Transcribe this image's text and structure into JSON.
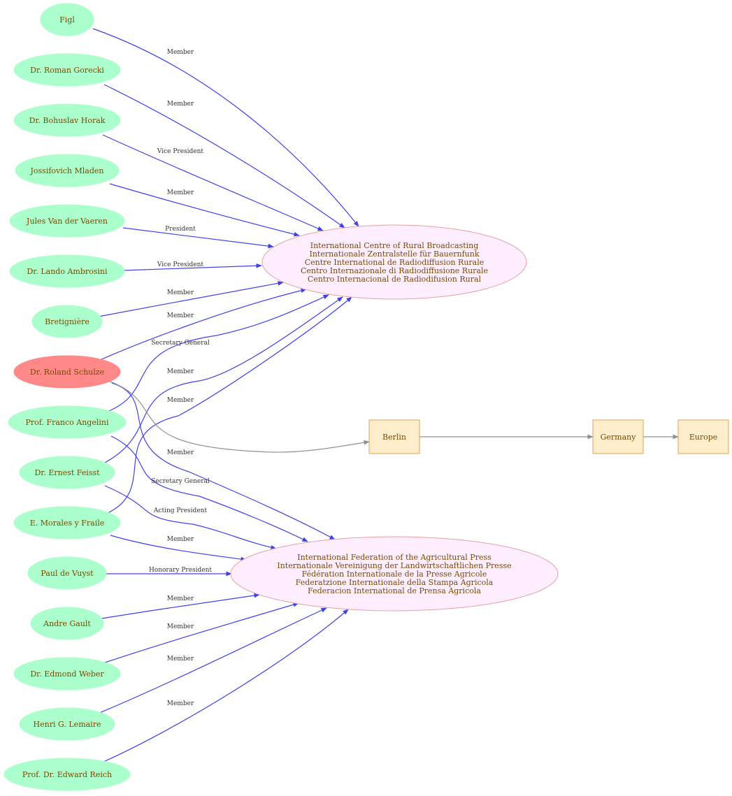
{
  "people": [
    {
      "id": "figl",
      "label": "Figl"
    },
    {
      "id": "gorecki",
      "label": "Dr. Roman Gorecki"
    },
    {
      "id": "horak",
      "label": "Dr. Bohuslav Horak"
    },
    {
      "id": "mladen",
      "label": "Jossifovich Mladen"
    },
    {
      "id": "vaeren",
      "label": "Jules Van der Vaeren"
    },
    {
      "id": "ambrosini",
      "label": "Dr. Lando Ambrosini"
    },
    {
      "id": "bretigniere",
      "label": "Bretignière"
    },
    {
      "id": "schulze",
      "label": "Dr. Roland Schulze",
      "highlight": true
    },
    {
      "id": "angelini",
      "label": "Prof. Franco Angelini"
    },
    {
      "id": "feisst",
      "label": "Dr. Ernest Feisst"
    },
    {
      "id": "morales",
      "label": "E. Morales y Fraile"
    },
    {
      "id": "vuyst",
      "label": "Paul de Vuyst"
    },
    {
      "id": "gault",
      "label": "Andre Gault"
    },
    {
      "id": "weber",
      "label": "Dr. Edmond Weber"
    },
    {
      "id": "lemaire",
      "label": "Henri G. Lemaire"
    },
    {
      "id": "reich",
      "label": "Prof. Dr. Edward Reich"
    }
  ],
  "organizations": [
    {
      "id": "icrb",
      "lines": [
        "International Centre of Rural Broadcasting",
        "Internationale Zentralstelle für Bauernfunk",
        "Centre International de Radiodiffusion Rurale",
        "Centro Internazionale di Radiodiffusione Rurale",
        "Centro Internacional de Radiodifusion Rural"
      ]
    },
    {
      "id": "ifap",
      "lines": [
        "International Federation of the Agricultural Press",
        "Internationale Vereinigung der Landwirtschaftlichen Presse",
        "Fédération Internationale de la Presse Agricole",
        "Federatzione Internationale della Stampa Agricola",
        "Federacion International de Prensa Agricola"
      ]
    }
  ],
  "places": [
    {
      "id": "berlin",
      "label": "Berlin"
    },
    {
      "id": "germany",
      "label": "Germany"
    },
    {
      "id": "europe",
      "label": "Europe"
    }
  ],
  "edges": [
    {
      "from": "figl",
      "to": "icrb",
      "label": "Member"
    },
    {
      "from": "gorecki",
      "to": "icrb",
      "label": "Member"
    },
    {
      "from": "horak",
      "to": "icrb",
      "label": "Vice President"
    },
    {
      "from": "mladen",
      "to": "icrb",
      "label": "Member"
    },
    {
      "from": "vaeren",
      "to": "icrb",
      "label": "President"
    },
    {
      "from": "ambrosini",
      "to": "icrb",
      "label": "Vice President"
    },
    {
      "from": "bretigniere",
      "to": "icrb",
      "label": "Member"
    },
    {
      "from": "schulze",
      "to": "icrb",
      "label": "Member"
    },
    {
      "from": "angelini",
      "to": "icrb",
      "label": "Secretary General"
    },
    {
      "from": "feisst",
      "to": "icrb",
      "label": "Member"
    },
    {
      "from": "morales",
      "to": "icrb",
      "label": "Member"
    },
    {
      "from": "schulze",
      "to": "ifap",
      "label": "Member"
    },
    {
      "from": "schulze",
      "to": "berlin",
      "label": ""
    },
    {
      "from": "angelini",
      "to": "ifap",
      "label": "Secretary General"
    },
    {
      "from": "feisst",
      "to": "ifap",
      "label": "Acting President"
    },
    {
      "from": "morales",
      "to": "ifap",
      "label": "Member"
    },
    {
      "from": "vuyst",
      "to": "ifap",
      "label": "Honorary President"
    },
    {
      "from": "gault",
      "to": "ifap",
      "label": "Member"
    },
    {
      "from": "weber",
      "to": "ifap",
      "label": "Member"
    },
    {
      "from": "lemaire",
      "to": "ifap",
      "label": "Member"
    },
    {
      "from": "reich",
      "to": "ifap",
      "label": "Member"
    },
    {
      "from": "berlin",
      "to": "germany",
      "label": ""
    },
    {
      "from": "germany",
      "to": "europe",
      "label": ""
    }
  ],
  "colors": {
    "person_fill": "#aaffcc",
    "person_highlight_fill": "#ff8888",
    "org_fill": "#ffeeff",
    "org_stroke": "#e8a0a0",
    "place_fill": "#ffeecc",
    "place_stroke": "#e0a050",
    "edge_blue": "#4040e8",
    "edge_grey": "#909090",
    "text": "#7a4a00"
  }
}
